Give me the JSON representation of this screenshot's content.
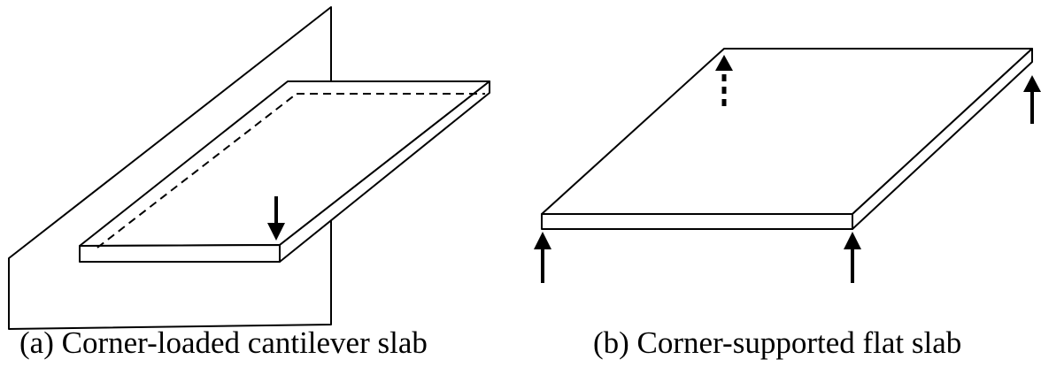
{
  "figure": {
    "stroke_color": "#000000",
    "background": "#ffffff",
    "panel_a": {
      "caption": "(a)  Corner-loaded cantilever slab",
      "parts": [
        "wall-plane",
        "cantilever-slab",
        "embedded-edge-dashed",
        "corner-load-arrow"
      ],
      "load_direction": "down"
    },
    "panel_b": {
      "caption": "(b) Corner-supported flat slab",
      "parts": [
        "flat-slab",
        "corner-support-arrows",
        "hidden-support-arrow-dotted"
      ],
      "support_direction": "up",
      "support_count": 4
    }
  }
}
